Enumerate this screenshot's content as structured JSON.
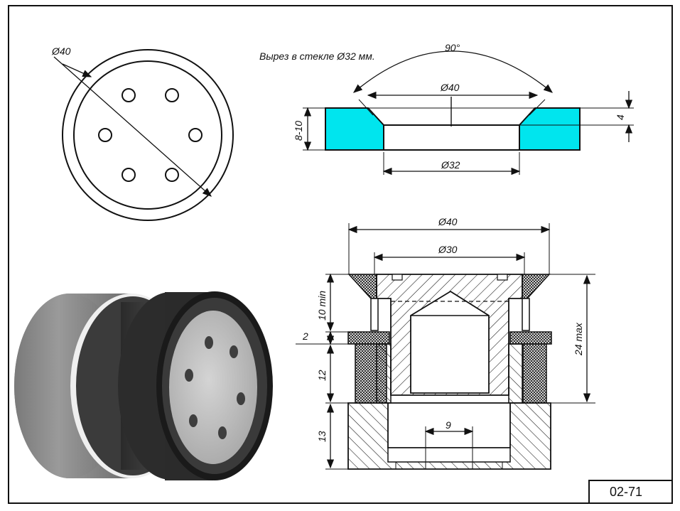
{
  "drawing": {
    "code": "02-71",
    "note": "Вырез в стекле Ø32 мм.",
    "top_view": {
      "diameter": "Ø40"
    },
    "glass_section": {
      "angle": "90°",
      "outer_diameter": "Ø40",
      "inner_diameter": "Ø32",
      "thickness": "8-10",
      "chamfer_depth": "4"
    },
    "assembly_section": {
      "outer_diameter": "Ø40",
      "flange_diameter": "Ø30",
      "height_max": "24 max",
      "top_min": "10 min",
      "gasket": "2",
      "clamp_height": "12",
      "nut_height": "13",
      "bore": "9"
    }
  },
  "colors": {
    "glass": "#00e5ee",
    "line": "#111111",
    "frame": "#111111"
  }
}
